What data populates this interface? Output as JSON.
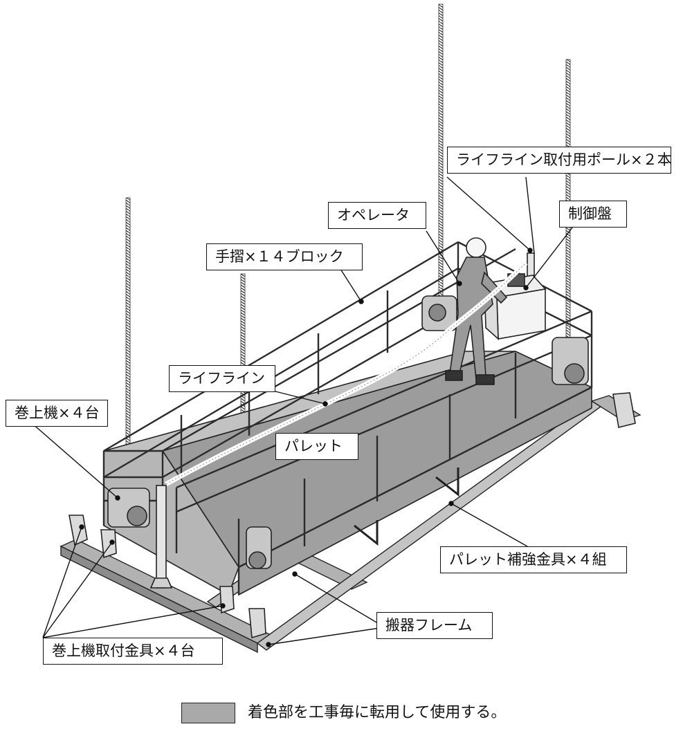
{
  "labels": {
    "lifeline_pole": "ライフライン取付用ポール×２本",
    "operator": "オペレータ",
    "control_panel": "制御盤",
    "handrail": "手摺×１４ブロック",
    "lifeline": "ライフライン",
    "hoist": "巻上機×４台",
    "pallet": "パレット",
    "pallet_reinforcement": "パレット補強金具×４組",
    "carrier_frame": "搬器フレーム",
    "hoist_bracket": "巻上機取付金具×４台"
  },
  "legend": {
    "text": "着色部を工事毎に転用して使用する。",
    "swatch_color": "#a9a9a9"
  },
  "colors": {
    "line": "#111111",
    "frame_gray": "#a9a9a9",
    "deck_gray": "#9c9c9c",
    "dark_gray": "#555555"
  }
}
